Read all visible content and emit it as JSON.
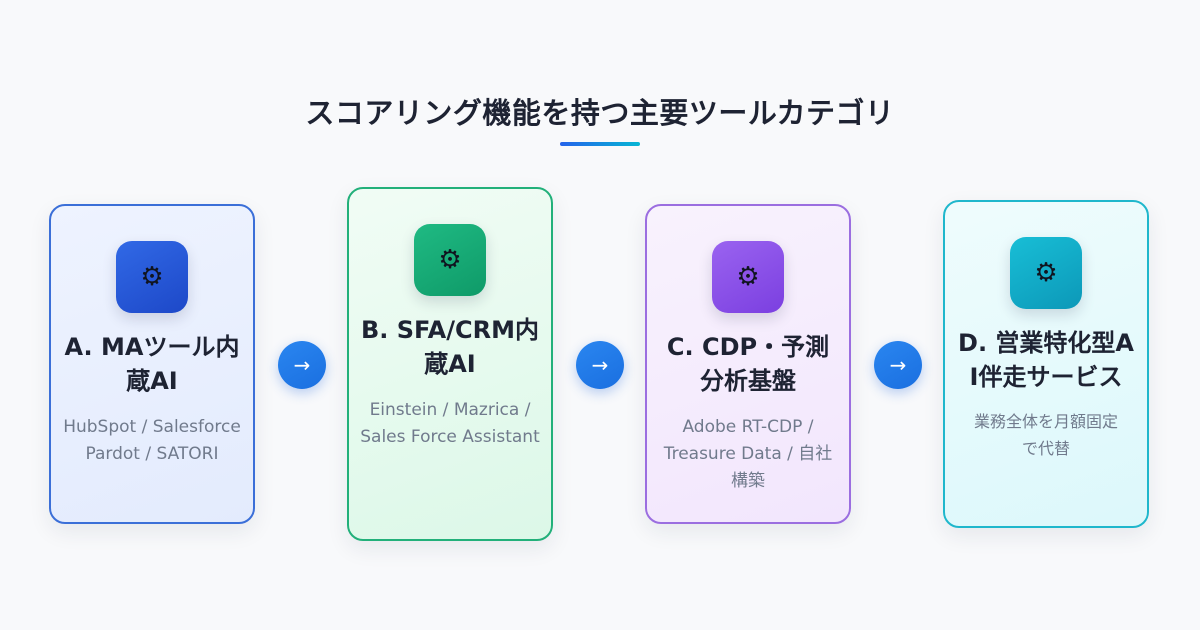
{
  "title": "スコアリング機能を持つ主要ツールカテゴリ",
  "colors": {
    "accent_gradient": [
      "#2563eb",
      "#06b6d4"
    ],
    "card_a": "#3b6fd8",
    "card_b": "#22b07a",
    "card_c": "#9b6ee0",
    "card_d": "#1fb7cc"
  },
  "cards": [
    {
      "icon": "gear-icon",
      "icon_glyph": "⚙",
      "title": "A. MAツール内蔵AI",
      "description": "HubSpot / Salesforce Pardot / SATORI"
    },
    {
      "icon": "gear-icon",
      "icon_glyph": "⚙",
      "title": "B. SFA/CRM内蔵AI",
      "description": "Einstein / Mazrica / Sales Force Assistant"
    },
    {
      "icon": "gear-icon",
      "icon_glyph": "⚙",
      "title": "C. CDP・予測分析基盤",
      "description": "Adobe RT-CDP / Treasure Data / 自社構築"
    },
    {
      "icon": "gear-icon",
      "icon_glyph": "⚙",
      "title": "D. 営業特化型AI伴走サービス",
      "description": "業務全体を月額固定で代替"
    }
  ],
  "arrows": [
    {
      "icon": "arrow-right-icon",
      "glyph": "→"
    },
    {
      "icon": "arrow-right-icon",
      "glyph": "→"
    },
    {
      "icon": "arrow-right-icon",
      "glyph": "→"
    }
  ]
}
